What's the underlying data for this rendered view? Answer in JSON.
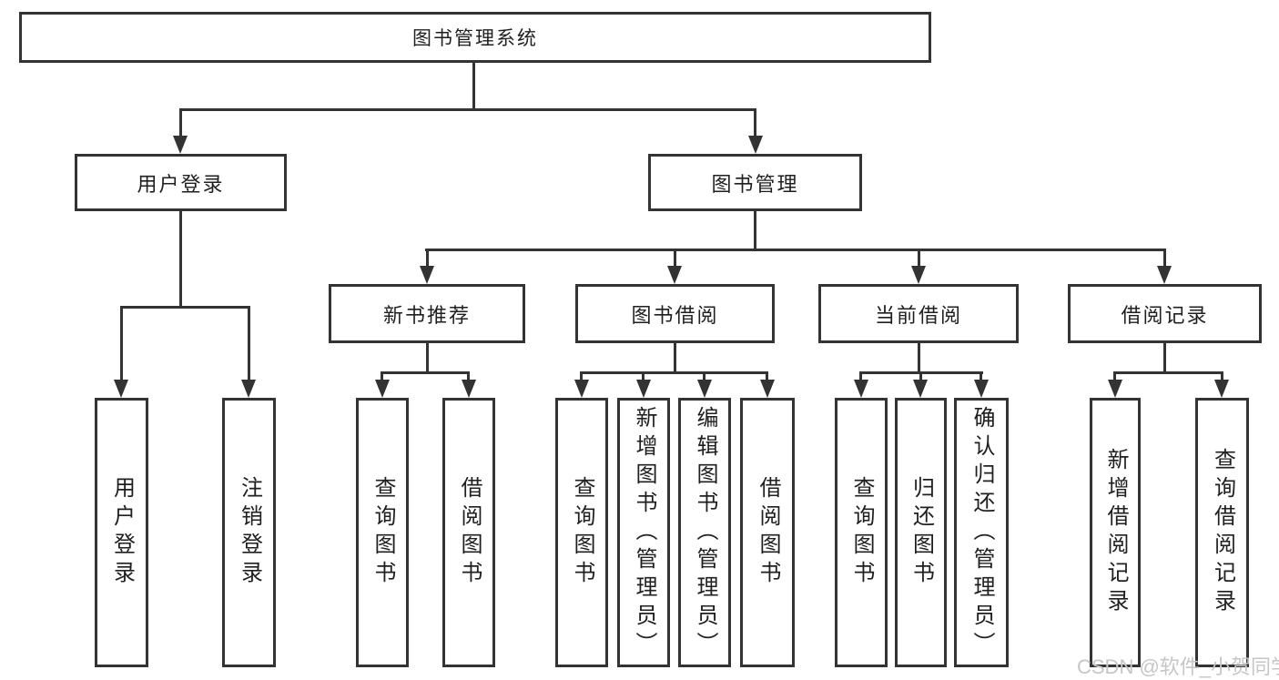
{
  "tree": {
    "label": "图书管理系统",
    "children": [
      {
        "label": "用户登录",
        "children": [
          {
            "label": "用户登录"
          },
          {
            "label": "注销登录"
          }
        ]
      },
      {
        "label": "图书管理",
        "children": [
          {
            "label": "新书推荐",
            "children": [
              {
                "label": "查询图书"
              },
              {
                "label": "借阅图书"
              }
            ]
          },
          {
            "label": "图书借阅",
            "children": [
              {
                "label": "查询图书"
              },
              {
                "label": "新增图书（管理员）"
              },
              {
                "label": "编辑图书（管理员）"
              },
              {
                "label": "借阅图书"
              }
            ]
          },
          {
            "label": "当前借阅",
            "children": [
              {
                "label": "查询图书"
              },
              {
                "label": "归还图书"
              },
              {
                "label": "确认归还（管理员）"
              }
            ]
          },
          {
            "label": "借阅记录",
            "children": [
              {
                "label": "新增借阅记录"
              },
              {
                "label": "查询借阅记录"
              }
            ]
          }
        ]
      }
    ]
  },
  "watermark": "CSDN @软件_小贺同学",
  "colors": {
    "line": "#333333",
    "text": "#1f1f1f",
    "watermark": "#c6c6c6",
    "background": "#ffffff"
  }
}
